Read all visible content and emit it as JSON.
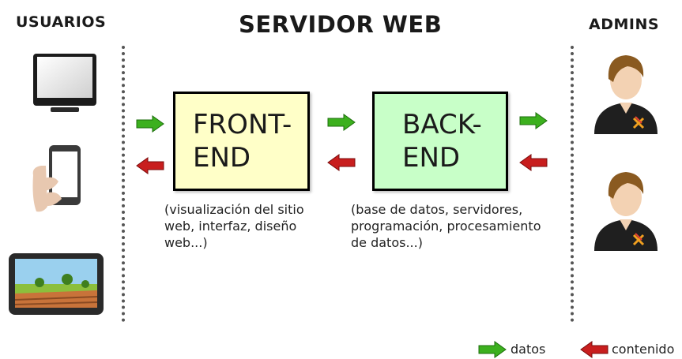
{
  "headings": {
    "left": "USUARIOS",
    "center": "SERVIDOR WEB",
    "right": "ADMINS"
  },
  "frontend": {
    "title_line1": "FRONT-",
    "title_line2": "END",
    "description": "(visualización del sitio\nweb, interfaz, diseño\nweb...)",
    "fill": "#ffffc8"
  },
  "backend": {
    "title_line1": "BACK-",
    "title_line2": "END",
    "description": "(base de datos, servidores,\nprogramación, procesamiento\nde datos...)",
    "fill": "#c8ffc8"
  },
  "legend": {
    "datos": "datos",
    "contenido": "contenido"
  },
  "colors": {
    "arrow_green": "#3cb01e",
    "arrow_red": "#c81e1e"
  },
  "icons": [
    "monitor-icon",
    "smartphone-icon",
    "tablet-icon",
    "admin-user-icon",
    "admin-user-icon"
  ]
}
